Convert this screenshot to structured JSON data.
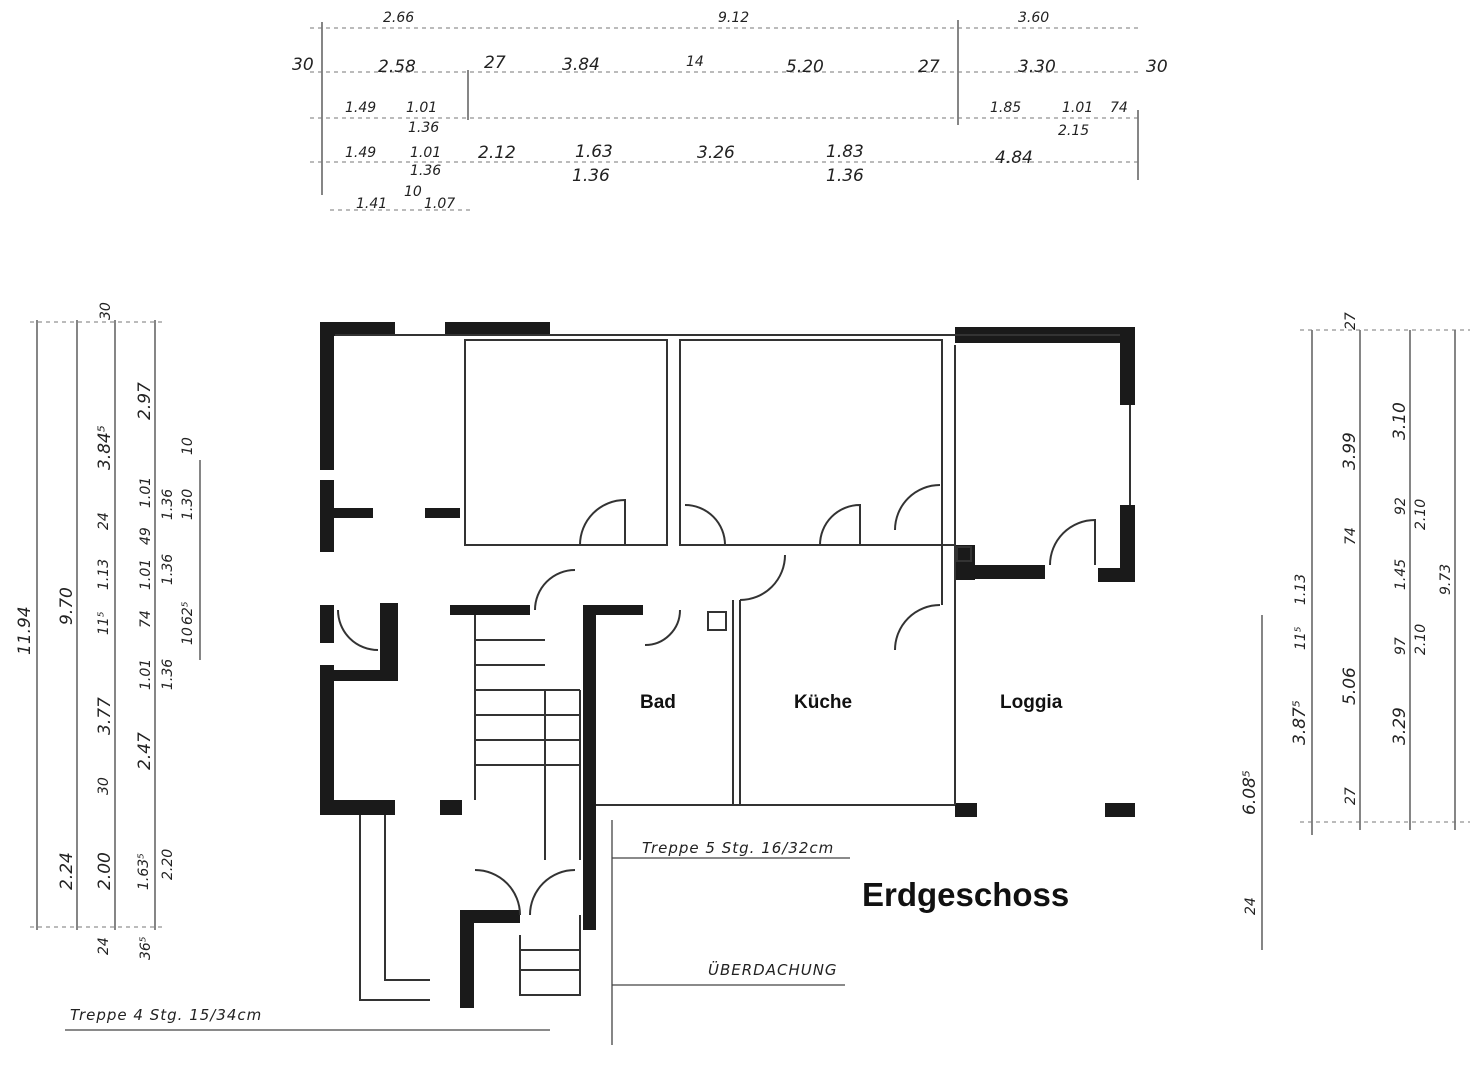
{
  "title": "Erdgeschoss",
  "rooms": {
    "bad": "Bad",
    "kueche": "Küche",
    "loggia": "Loggia"
  },
  "notes": {
    "stair_inner": "Treppe  5 Stg. 16/32cm",
    "stair_outer": "Treppe  4 Stg.  15/34cm",
    "canopy": "ÜBERDACHUNG"
  },
  "top_dims": [
    "2.66",
    "9.12",
    "3.60",
    "30",
    "2.58",
    "27",
    "3.84",
    "14",
    "5.20",
    "27",
    "3.30",
    "30",
    "1.49",
    "1.01",
    "1.36",
    "1.85",
    "1.01",
    "2.15",
    "74",
    "1.49",
    "1.01",
    "1.36",
    "2.12",
    "1.63",
    "1.36",
    "3.26",
    "1.83",
    "1.36",
    "4.84",
    "1.41",
    "10",
    "1.07"
  ],
  "left_dims": [
    "11.94",
    "9.70",
    "3.84⁵",
    "2.97",
    "30",
    "24",
    "1.13",
    "11⁵",
    "3.77",
    "2.47",
    "30",
    "2.24",
    "2.00",
    "1.63⁵",
    "2.20",
    "24",
    "36⁵",
    "1.01",
    "1.36",
    "1.30",
    "10",
    "49",
    "1.01",
    "1.36",
    "74",
    "1.01",
    "1.36",
    "10",
    "62⁵"
  ],
  "right_dims": [
    "27",
    "3.99",
    "3.10",
    "74",
    "92",
    "2.10",
    "1.13",
    "11⁵",
    "1.45",
    "9.73",
    "5.06",
    "97",
    "2.10",
    "3.87⁵",
    "3.29",
    "6.08⁵",
    "27",
    "24"
  ]
}
